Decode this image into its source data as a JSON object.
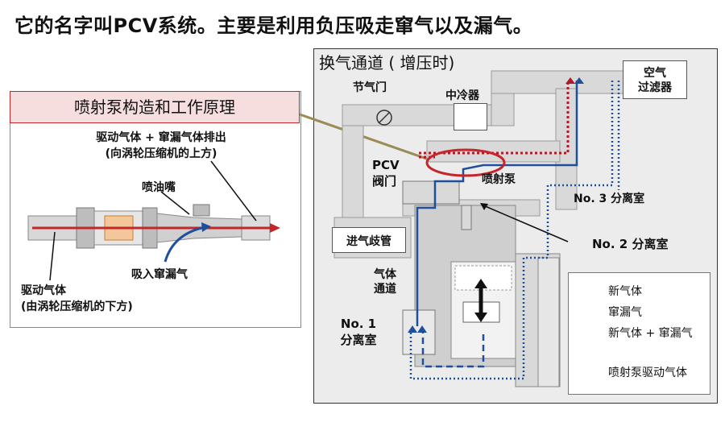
{
  "headline": "它的名字叫PCV系统。主要是利用负压吸走窜气以及漏气。",
  "ejector": {
    "title": "喷射泵构造和工作原理",
    "exhaust_label_1": "驱动气体 + 窜漏气体排出",
    "exhaust_label_2": "(向涡轮压缩机的上方)",
    "nozzle_label": "喷油嘴",
    "suction_label": "吸入窜漏气",
    "drive_label_1": "驱动气体",
    "drive_label_2": "(由涡轮压缩机的下方)"
  },
  "circuit": {
    "title": "换气通道 ( 增压时)",
    "throttle": "节气门",
    "intercooler": "中冷器",
    "air_filter_1": "空气",
    "air_filter_2": "过滤器",
    "pcv_1": "PCV",
    "pcv_2": "阀门",
    "ejector": "喷射泵",
    "sep3": "No. 3 分离室",
    "sep2": "No. 2 分离室",
    "manifold": "进气歧管",
    "gas_passage_1": "气体",
    "gas_passage_2": "通道",
    "sep1_1": "No. 1",
    "sep1_2": "分离室"
  },
  "legend": {
    "fresh_air": "新气体",
    "blowby": "窜漏气",
    "fresh_plus_blowby": "新气体 + 窜漏气",
    "ejector_drive": "喷射泵驱动气体"
  },
  "colors": {
    "fresh_air": "#1f4f9a",
    "blowby": "#1f4f9a",
    "drive_gas": "#b0182c",
    "highlight": "#c3262b",
    "pipe": "#d9d9d9",
    "leader": "#9a8c55"
  }
}
